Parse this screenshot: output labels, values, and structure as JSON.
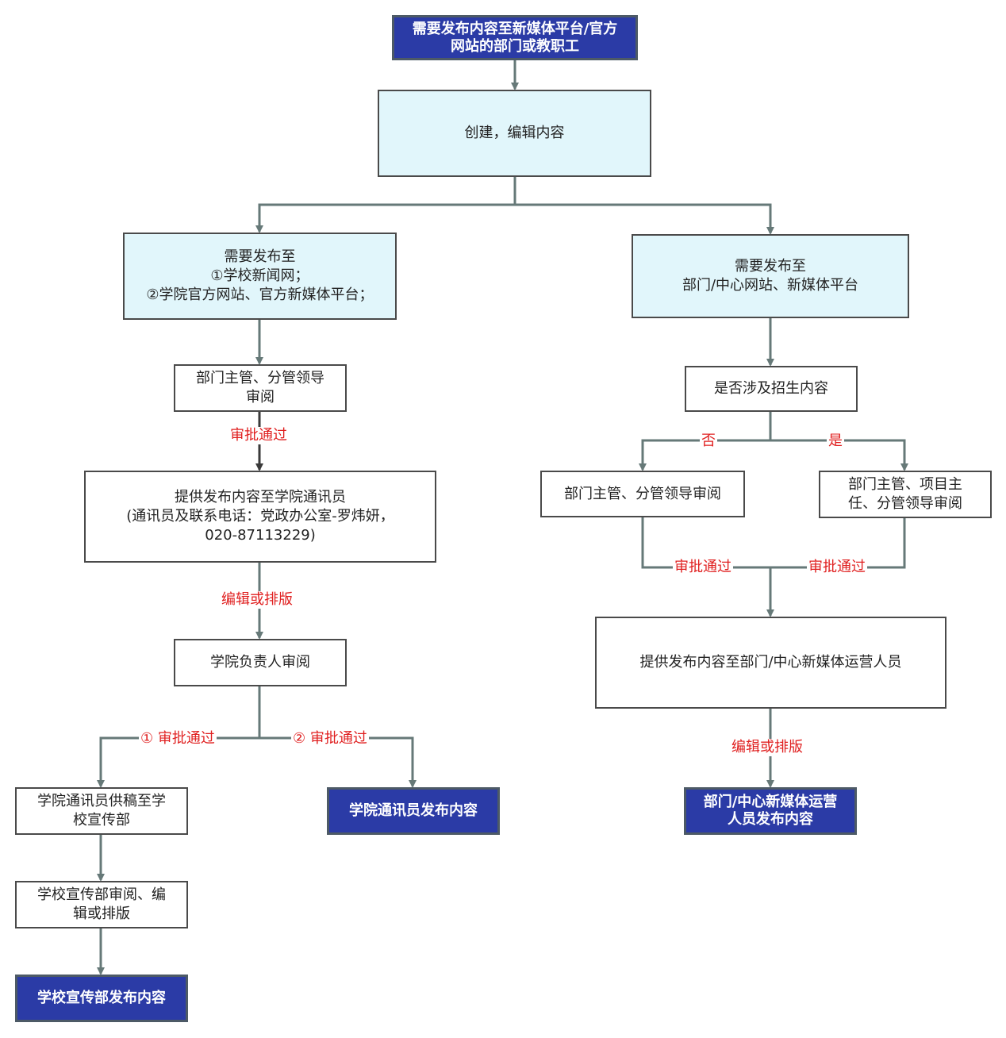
{
  "colors": {
    "line": "#667978",
    "dark_box": "#2b3ba6",
    "light_box": "#e1f6fb",
    "label": "#e02020",
    "border": "#4a4a4a"
  },
  "nodes": {
    "start": [
      "需要发布内容至新媒体平台/官方",
      "网站的部门或教职工"
    ],
    "create": [
      "创建，编辑内容"
    ],
    "left_branch": [
      "需要发布至",
      "①学校新闻网；",
      "②学院官方网站、官方新媒体平台；"
    ],
    "right_branch": [
      "需要发布至",
      "部门/中心网站、新媒体平台"
    ],
    "left_review": [
      "部门主管、分管领导",
      "审阅"
    ],
    "provide_correspondent": [
      "提供发布内容至学院通讯员",
      "(通讯员及联系电话：党政办公室-罗炜妍，",
      "020-87113229)"
    ],
    "college_head_review": [
      "学院负责人审阅"
    ],
    "submit_to_school": [
      "学院通讯员供稿至学",
      "校宣传部"
    ],
    "correspondent_publish": [
      "学院通讯员发布内容"
    ],
    "school_review": [
      "学校宣传部审阅、编",
      "辑或排版"
    ],
    "school_publish": [
      "学校宣传部发布内容"
    ],
    "recruit_question": [
      "是否涉及招生内容"
    ],
    "no_review": [
      "部门主管、分管领导审阅"
    ],
    "yes_review": [
      "部门主管、项目主",
      "任、分管领导审阅"
    ],
    "provide_operator": [
      "提供发布内容至部门/中心新媒体运营人员"
    ],
    "operator_publish": [
      "部门/中心新媒体运营",
      "人员发布内容"
    ]
  },
  "labels": {
    "approve_left": "审批通过",
    "edit_left": "编辑或排版",
    "approve_1": "① 审批通过",
    "approve_2": "② 审批通过",
    "no": "否",
    "yes": "是",
    "approve_no": "审批通过",
    "approve_yes": "审批通过",
    "edit_right": "编辑或排版"
  }
}
